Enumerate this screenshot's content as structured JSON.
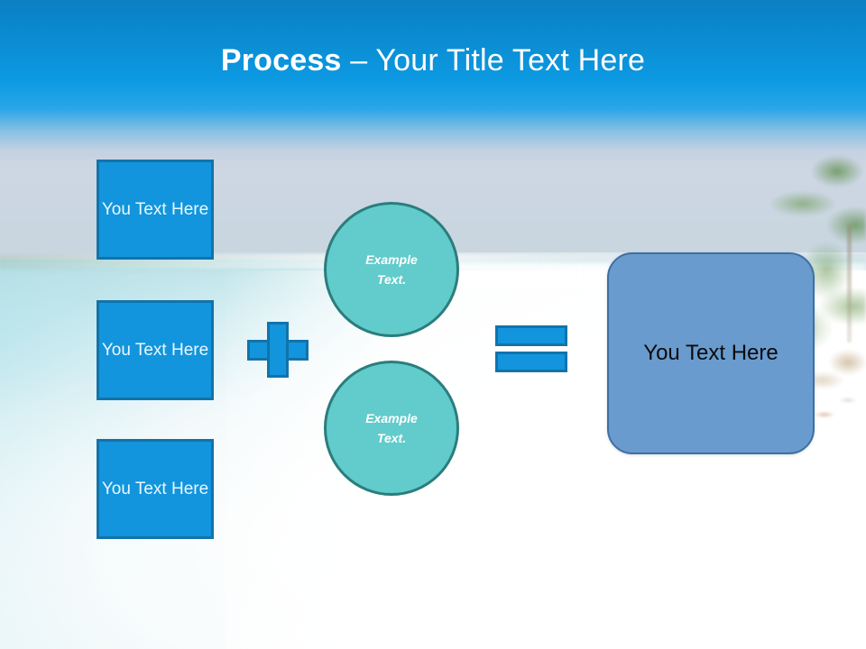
{
  "slide": {
    "title_bold": "Process",
    "title_separator": " – ",
    "title_regular": "Your Title Text Here",
    "background_description": "tropical-beach-photo"
  },
  "colors": {
    "header_blue": "#0c99e2",
    "box_blue_fill": "#1295DC",
    "box_blue_border": "#1273AA",
    "circle_teal_fill": "#62CBCB",
    "circle_teal_border": "#2B7D7D",
    "result_fill": "#6A9BCE",
    "result_border": "#3E6FA3",
    "title_text": "#FFFFFF",
    "result_text": "#0B0B0B"
  },
  "inputs": [
    {
      "label": "You Text Here"
    },
    {
      "label": "You Text Here"
    },
    {
      "label": "You Text Here"
    }
  ],
  "operators": {
    "plus": "+",
    "equals": "="
  },
  "circles": [
    {
      "line1": "Example",
      "line2": "Text."
    },
    {
      "line1": "Example",
      "line2": "Text."
    }
  ],
  "result": {
    "label": "You Text Here"
  }
}
